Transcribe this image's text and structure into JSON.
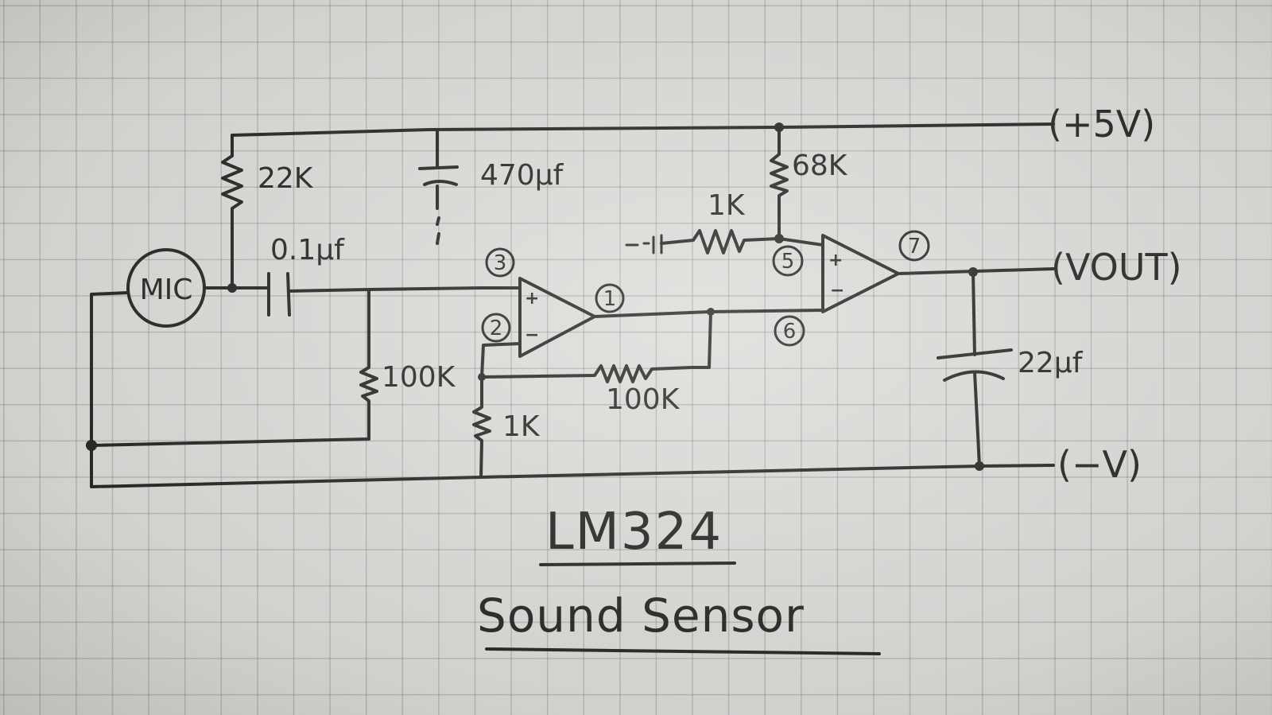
{
  "labels": {
    "mic": "MIC",
    "r_22k": "22K",
    "c_470uf": "470μf",
    "r_68k": "68K",
    "r_1k_top": "1K",
    "c_01uf": "0.1μf",
    "r_100k_left": "100K",
    "r_100k_fb": "100K",
    "r_1k_bottom": "1K",
    "c_22uf": "22μf",
    "pin_3": "3",
    "pin_2": "2",
    "pin_1": "1",
    "pin_5": "5",
    "pin_6": "6",
    "pin_7": "7",
    "plus": "+",
    "minus": "−"
  },
  "terminals": {
    "vplus": "(+5V)",
    "vout": "(VOUT)",
    "vminus": "(−V)"
  },
  "title": {
    "chip": "LM324",
    "name": "Sound Sensor"
  },
  "colors": {
    "ink": "#262a26",
    "paper": "#dcdcd9",
    "grid": "#5f5f5f"
  }
}
